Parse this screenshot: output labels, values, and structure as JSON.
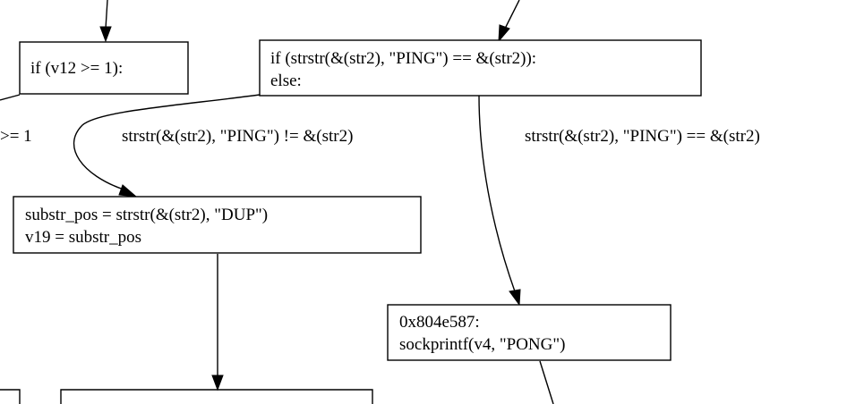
{
  "nodes": {
    "if_v12": {
      "line1": "if (v12 >= 1):"
    },
    "if_ping": {
      "line1": "if (strstr(&(str2), \"PING\") == &(str2)):",
      "line2": "else:"
    },
    "substr_dup": {
      "line1": "substr_pos = strstr(&(str2), \"DUP\")",
      "line2": "v19 = substr_pos"
    },
    "pong": {
      "line1": "0x804e587:",
      "line2": "sockprintf(v4, \"PONG\")"
    }
  },
  "edge_labels": {
    "v12_partial": ">= 1",
    "ping_ne": "strstr(&(str2), \"PING\") != &(str2)",
    "ping_eq": "strstr(&(str2), \"PING\") == &(str2)"
  }
}
